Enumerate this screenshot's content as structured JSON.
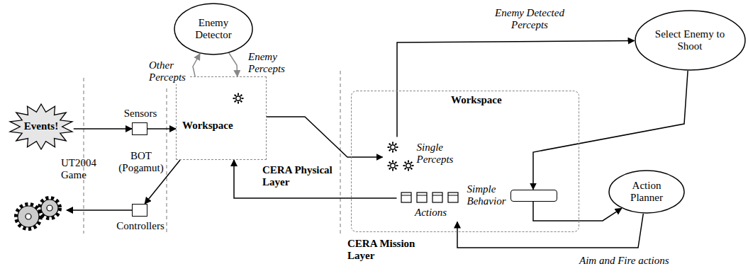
{
  "diagram": {
    "nodes": [
      {
        "text": [
          "Events!"
        ]
      },
      {
        "text": [
          "UT2004 Game"
        ]
      },
      {
        "text": [
          "Sensors"
        ]
      },
      {
        "text": [
          "Controllers"
        ]
      },
      {
        "text": [
          "Enemy Detector"
        ]
      },
      {
        "text": [
          "Workspace"
        ]
      },
      {
        "text": [
          "Workspace"
        ]
      },
      {
        "text": [
          "Single Percepts"
        ],
        "in": 6
      },
      {
        "text": [
          "Actions"
        ],
        "in": 6
      },
      {
        "text": [
          "Simple Behavior"
        ],
        "in": 6
      },
      {
        "text": [
          "Select Enemy to Shoot"
        ]
      },
      {
        "text": [
          "Action Planner"
        ]
      }
    ],
    "edges": [
      {
        "from": 0,
        "to": 2,
        "arrow": "to"
      },
      {
        "from": 2,
        "to": 5,
        "arrow": "to"
      },
      {
        "from": 5,
        "to": 4,
        "arrow": "to",
        "label": "Other Percepts"
      },
      {
        "from": 4,
        "to": 5,
        "arrow": "to",
        "label": "Enemy Percepts"
      },
      {
        "from": 5,
        "to": 7,
        "arrow": "to"
      },
      {
        "from": 8,
        "to": 5,
        "arrow": "to"
      },
      {
        "from": 5,
        "to": 3,
        "arrow": "to"
      },
      {
        "from": 3,
        "to": 1,
        "arrow": "to"
      },
      {
        "from": 7,
        "to": 10,
        "arrow": "to",
        "label": "Enemy Detected Percepts"
      },
      {
        "from": 10,
        "to": 9,
        "arrow": "to"
      },
      {
        "from": 9,
        "to": 11,
        "arrow": "to"
      },
      {
        "from": 11,
        "to": 8,
        "arrow": "to",
        "label": "Aim and Fire actions"
      }
    ],
    "labels": [
      "BOT (Pogamut)",
      "CERA Physical Layer",
      "CERA Mission Layer"
    ]
  }
}
